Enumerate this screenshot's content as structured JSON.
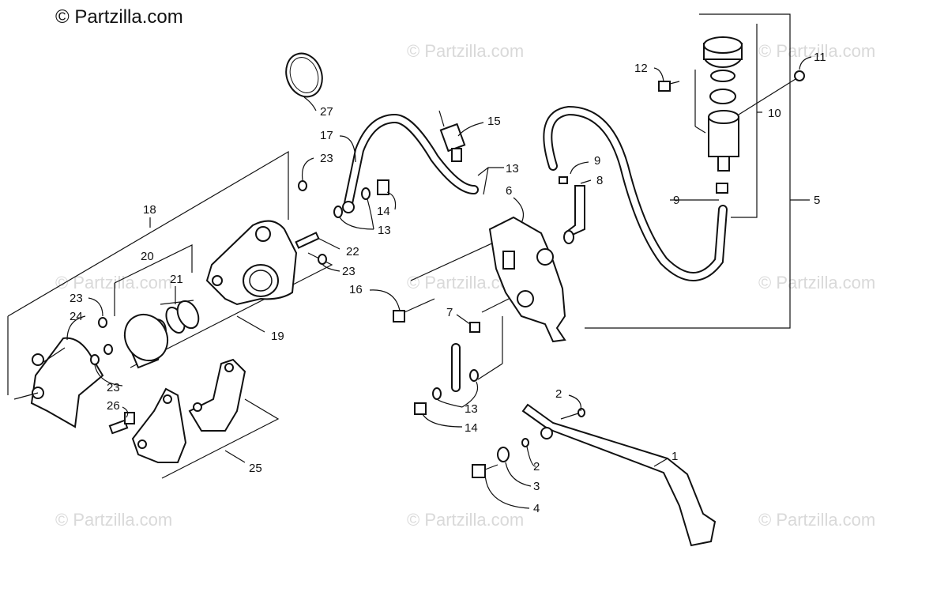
{
  "copyright": "© Partzilla.com",
  "watermark": "© Partzilla.com",
  "callouts": {
    "c1": "1",
    "c2a": "2",
    "c2b": "2",
    "c3": "3",
    "c4": "4",
    "c5": "5",
    "c6": "6",
    "c7": "7",
    "c8": "8",
    "c9a": "9",
    "c9b": "9",
    "c10": "10",
    "c11": "11",
    "c12": "12",
    "c13a": "13",
    "c13b": "13",
    "c13c": "13",
    "c14a": "14",
    "c14b": "14",
    "c15": "15",
    "c16": "16",
    "c17": "17",
    "c18": "18",
    "c19": "19",
    "c20": "20",
    "c21": "21",
    "c22": "22",
    "c23a": "23",
    "c23b": "23",
    "c23c": "23",
    "c23d": "23",
    "c24": "24",
    "c25": "25",
    "c26": "26",
    "c27": "27"
  }
}
